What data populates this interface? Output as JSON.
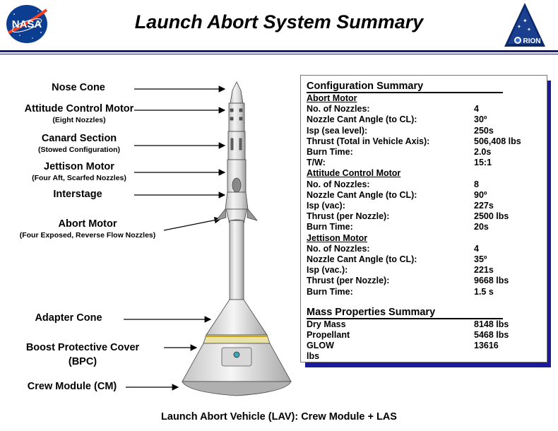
{
  "header": {
    "title": "Launch Abort System Summary",
    "nasa_logo_text": "NASA",
    "orion_logo_text": "RION"
  },
  "labels": [
    {
      "main": "Nose Cone",
      "sub": ""
    },
    {
      "main": "Attitude Control Motor",
      "sub": "(Eight Nozzles)"
    },
    {
      "main": "Canard Section",
      "sub": "(Stowed Configuration)"
    },
    {
      "main": "Jettison Motor",
      "sub": "(Four Aft, Scarfed Nozzles)"
    },
    {
      "main": "Interstage",
      "sub": ""
    },
    {
      "main": "Abort Motor",
      "sub": "(Four Exposed, Reverse Flow Nozzles)"
    },
    {
      "main": "Adapter Cone",
      "sub": ""
    },
    {
      "main": "Boost Protective Cover",
      "sub": "(BPC)"
    },
    {
      "main": "Crew Module (CM)",
      "sub": ""
    }
  ],
  "summary": {
    "config_title": "Configuration Summary",
    "abort_motor": {
      "title": "Abort Motor",
      "rows": [
        {
          "k": "No. of Nozzles:",
          "v": "4"
        },
        {
          "k": "Nozzle Cant Angle (to CL):",
          "v": "30º"
        },
        {
          "k": "Isp (sea level):",
          "v": "250s"
        },
        {
          "k": "Thrust (Total in Vehicle Axis):",
          "v": "506,408 lbs"
        },
        {
          "k": "Burn Time:",
          "v": "2.0s"
        },
        {
          "k": "T/W:",
          "v": "15:1"
        }
      ]
    },
    "acm": {
      "title": "Attitude Control Motor",
      "rows": [
        {
          "k": "No. of Nozzles:",
          "v": "8"
        },
        {
          "k": "Nozzle Cant Angle (to CL):",
          "v": "90º"
        },
        {
          "k": "Isp (vac):",
          "v": "227s"
        },
        {
          "k": "Thrust (per Nozzle):",
          "v": "2500 lbs"
        },
        {
          "k": "Burn Time:",
          "v": "20s"
        }
      ]
    },
    "jettison": {
      "title": "Jettison Motor",
      "rows": [
        {
          "k": "No. of Nozzles:",
          "v": "4"
        },
        {
          "k": "Nozzle Cant Angle (to CL):",
          "v": "35º"
        },
        {
          "k": "Isp (vac.):",
          "v": "221s"
        },
        {
          "k": "Thrust (per Nozzle):",
          "v": "9668 lbs"
        },
        {
          "k": "Burn Time:",
          "v": "1.5 s"
        }
      ]
    },
    "mass_title": "Mass Properties Summary",
    "mass_rows": [
      {
        "k": "Dry Mass",
        "v": "8148 lbs"
      },
      {
        "k": "Propellant",
        "v": "5468 lbs"
      },
      {
        "k": "GLOW",
        "v": "13616"
      },
      {
        "k": "lbs",
        "v": ""
      }
    ]
  },
  "caption": "Launch Abort Vehicle (LAV): Crew Module + LAS",
  "colors": {
    "title_rule": "#1b1b7a",
    "box_shadow": "#1b1b9a",
    "nasa_blue": "#0b3d91",
    "nasa_red": "#fc3d21"
  }
}
